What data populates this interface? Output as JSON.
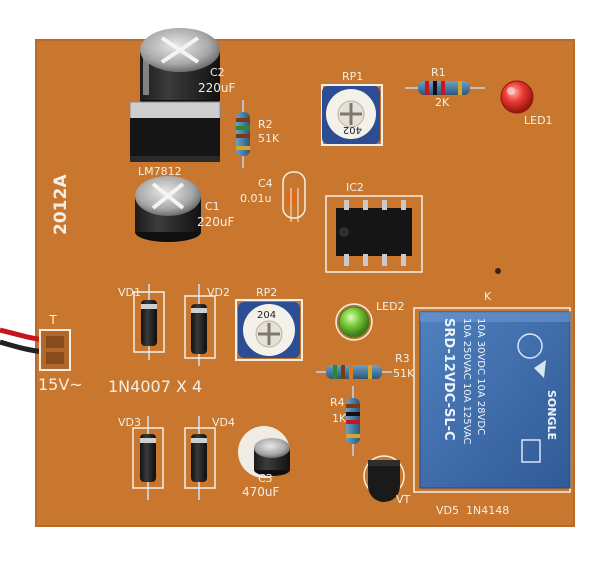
{
  "board": {
    "id": "2012A",
    "input_label": "15V~",
    "pin_label": "T",
    "diode_note": "1N4007 X 4",
    "relay_label": "K"
  },
  "components": {
    "c2": {
      "ref": "C2",
      "value": "220uF"
    },
    "u1": {
      "ref": "LM7812"
    },
    "r2": {
      "ref": "R2",
      "value": "51K"
    },
    "rp1": {
      "ref": "RP1",
      "marking": "402"
    },
    "r1": {
      "ref": "R1",
      "value": "2K"
    },
    "led1": {
      "ref": "LED1"
    },
    "c4": {
      "ref": "C4",
      "value": "0.01u"
    },
    "ic2": {
      "ref": "IC2"
    },
    "c1": {
      "ref": "C1",
      "value": "220uF"
    },
    "vd1": {
      "ref": "VD1"
    },
    "vd2": {
      "ref": "VD2"
    },
    "vd3": {
      "ref": "VD3"
    },
    "vd4": {
      "ref": "VD4"
    },
    "rp2": {
      "ref": "RP2",
      "marking": "204"
    },
    "led2": {
      "ref": "LED2"
    },
    "r3": {
      "ref": "R3",
      "value": "51K"
    },
    "r4": {
      "ref": "R4",
      "value": "1K"
    },
    "c3": {
      "ref": "C3",
      "value": "470uF"
    },
    "vt": {
      "ref": "VT"
    },
    "vd5": {
      "ref": "VD5",
      "value": "1N4148"
    }
  },
  "relay": {
    "brand": "SONGLE",
    "model": "SRD-12VDC-SL-C",
    "rating1": "10A 250VAC 10A 125VAC",
    "rating2": "10A 30VDC 10A 28VDC"
  },
  "colors": {
    "board": "#c9772f",
    "relay": "#3d69a8",
    "led1": "#e8322e",
    "led2": "#7ac93a"
  }
}
